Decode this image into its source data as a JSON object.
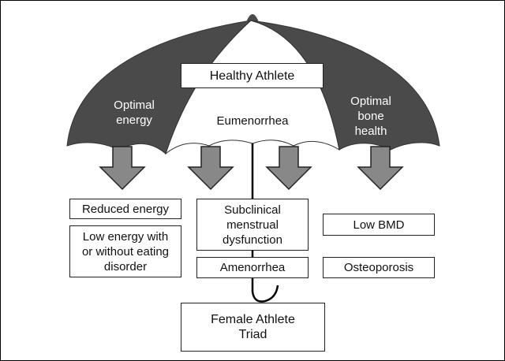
{
  "umbrella": {
    "title": "Healthy Athlete",
    "left_panel": "Optimal\nenergy",
    "center_panel": "Eumenorrhea",
    "right_panel": "Optimal\nbone\nhealth",
    "colors": {
      "dark": "#4a4a4a",
      "light": "#ffffff",
      "arrow": "#888888"
    }
  },
  "energy_column": {
    "top": "Reduced energy",
    "bottom": "Low energy with\nor without eating\ndisorder"
  },
  "menstrual_column": {
    "top": "Subclinical\nmenstrual\ndysfunction",
    "bottom": "Amenorrhea"
  },
  "bone_column": {
    "top": "Low BMD",
    "bottom": "Osteoporosis"
  },
  "outcome": "Female Athlete\nTriad"
}
